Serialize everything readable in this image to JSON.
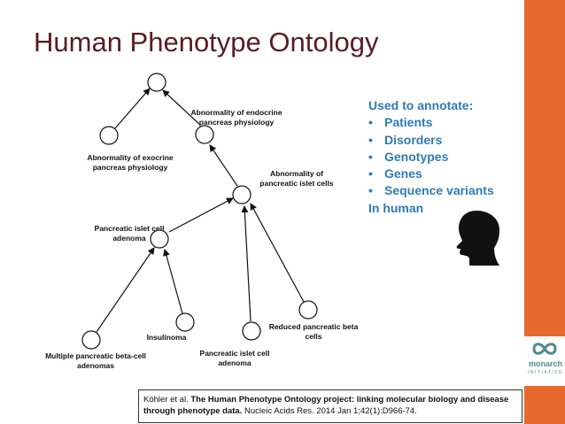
{
  "slide": {
    "title": "Human Phenotype Ontology",
    "colors": {
      "title": "#5a1b25",
      "accent_bar": "#e8692f",
      "annotation": "#2f7bb8"
    }
  },
  "diagram": {
    "nodes": [
      {
        "id": "root",
        "label": ""
      },
      {
        "id": "endocrine",
        "label": "Abnormality of endocrine pancreas physiology"
      },
      {
        "id": "exocrine",
        "label": "Abnormality of exocrine pancreas physiology"
      },
      {
        "id": "islet",
        "label": "Abnormality of pancreatic islet cells"
      },
      {
        "id": "adenoma",
        "label": "Pancreatic islet cell adenoma"
      },
      {
        "id": "insulinoma",
        "label": "Insulinoma"
      },
      {
        "id": "multiple",
        "label": "Multiple pancreatic beta-cell adenomas"
      },
      {
        "id": "islet_adenoma",
        "label": "Pancreatic islet cell adenoma"
      },
      {
        "id": "reduced",
        "label": "Reduced pancreatic beta cells"
      }
    ],
    "edges": [
      {
        "from": "exocrine",
        "to": "root"
      },
      {
        "from": "endocrine",
        "to": "root"
      },
      {
        "from": "islet",
        "to": "endocrine"
      },
      {
        "from": "adenoma",
        "to": "islet"
      },
      {
        "from": "islet_adenoma",
        "to": "islet"
      },
      {
        "from": "reduced",
        "to": "islet"
      },
      {
        "from": "multiple",
        "to": "adenoma"
      },
      {
        "from": "insulinoma",
        "to": "adenoma"
      }
    ]
  },
  "annotation": {
    "heading": "Used to annotate:",
    "items": [
      "Patients",
      "Disorders",
      "Genotypes",
      "Genes",
      "Sequence variants"
    ],
    "footer": "In human"
  },
  "citation": {
    "authors": "Köhler et al. ",
    "title": "The Human Phenotype Ontology project: linking molecular biology and disease through phenotype data.",
    "journal": " Nucleic Acids Res. 2014 Jan 1;42(1):D966-74."
  },
  "logo": {
    "name": "monarch",
    "sub": "INITIATIVE",
    "icon": "infinity-icon"
  },
  "icons": {
    "person": "person-head-silhouette-icon"
  }
}
